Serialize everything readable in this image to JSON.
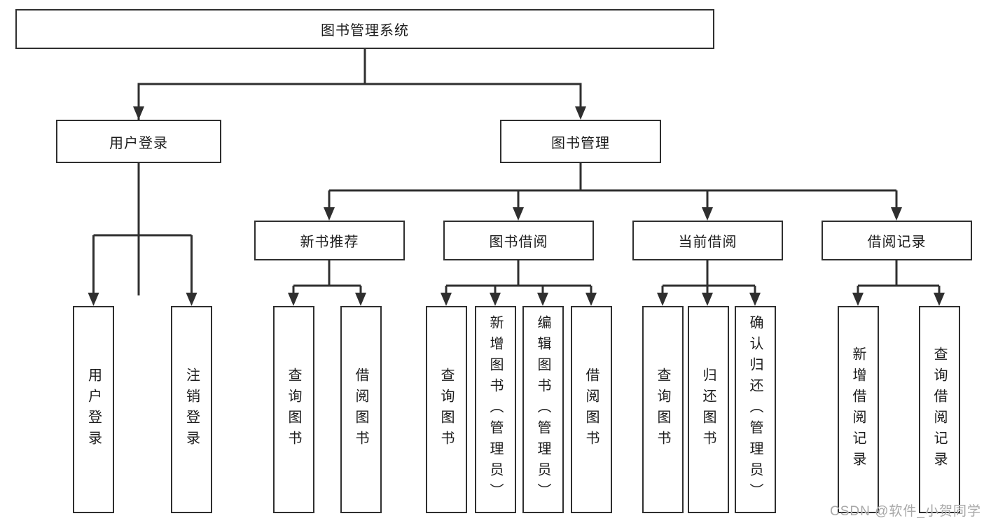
{
  "colors": {
    "background": "#ffffff",
    "line": "#2f2f2f",
    "text": "#1c1c1c",
    "watermark_text": "#a8a8a8"
  },
  "watermark": {
    "text": "CSDN @软件_小贺同学"
  },
  "tree": {
    "label": "图书管理系统",
    "children": [
      {
        "label": "用户登录",
        "children": [
          {
            "label": "用户登录"
          },
          {
            "label": "注销登录"
          }
        ]
      },
      {
        "label": "图书管理",
        "children": [
          {
            "label": "新书推荐",
            "children": [
              {
                "label": "查询图书"
              },
              {
                "label": "借阅图书"
              }
            ]
          },
          {
            "label": "图书借阅",
            "children": [
              {
                "label": "查询图书"
              },
              {
                "label": "新增图书（管理员）"
              },
              {
                "label": "编辑图书（管理员）"
              },
              {
                "label": "借阅图书"
              }
            ]
          },
          {
            "label": "当前借阅",
            "children": [
              {
                "label": "查询图书"
              },
              {
                "label": "归还图书"
              },
              {
                "label": "确认归还（管理员）"
              }
            ]
          },
          {
            "label": "借阅记录",
            "children": [
              {
                "label": "新增借阅记录"
              },
              {
                "label": "查询借阅记录"
              }
            ]
          }
        ]
      }
    ]
  }
}
